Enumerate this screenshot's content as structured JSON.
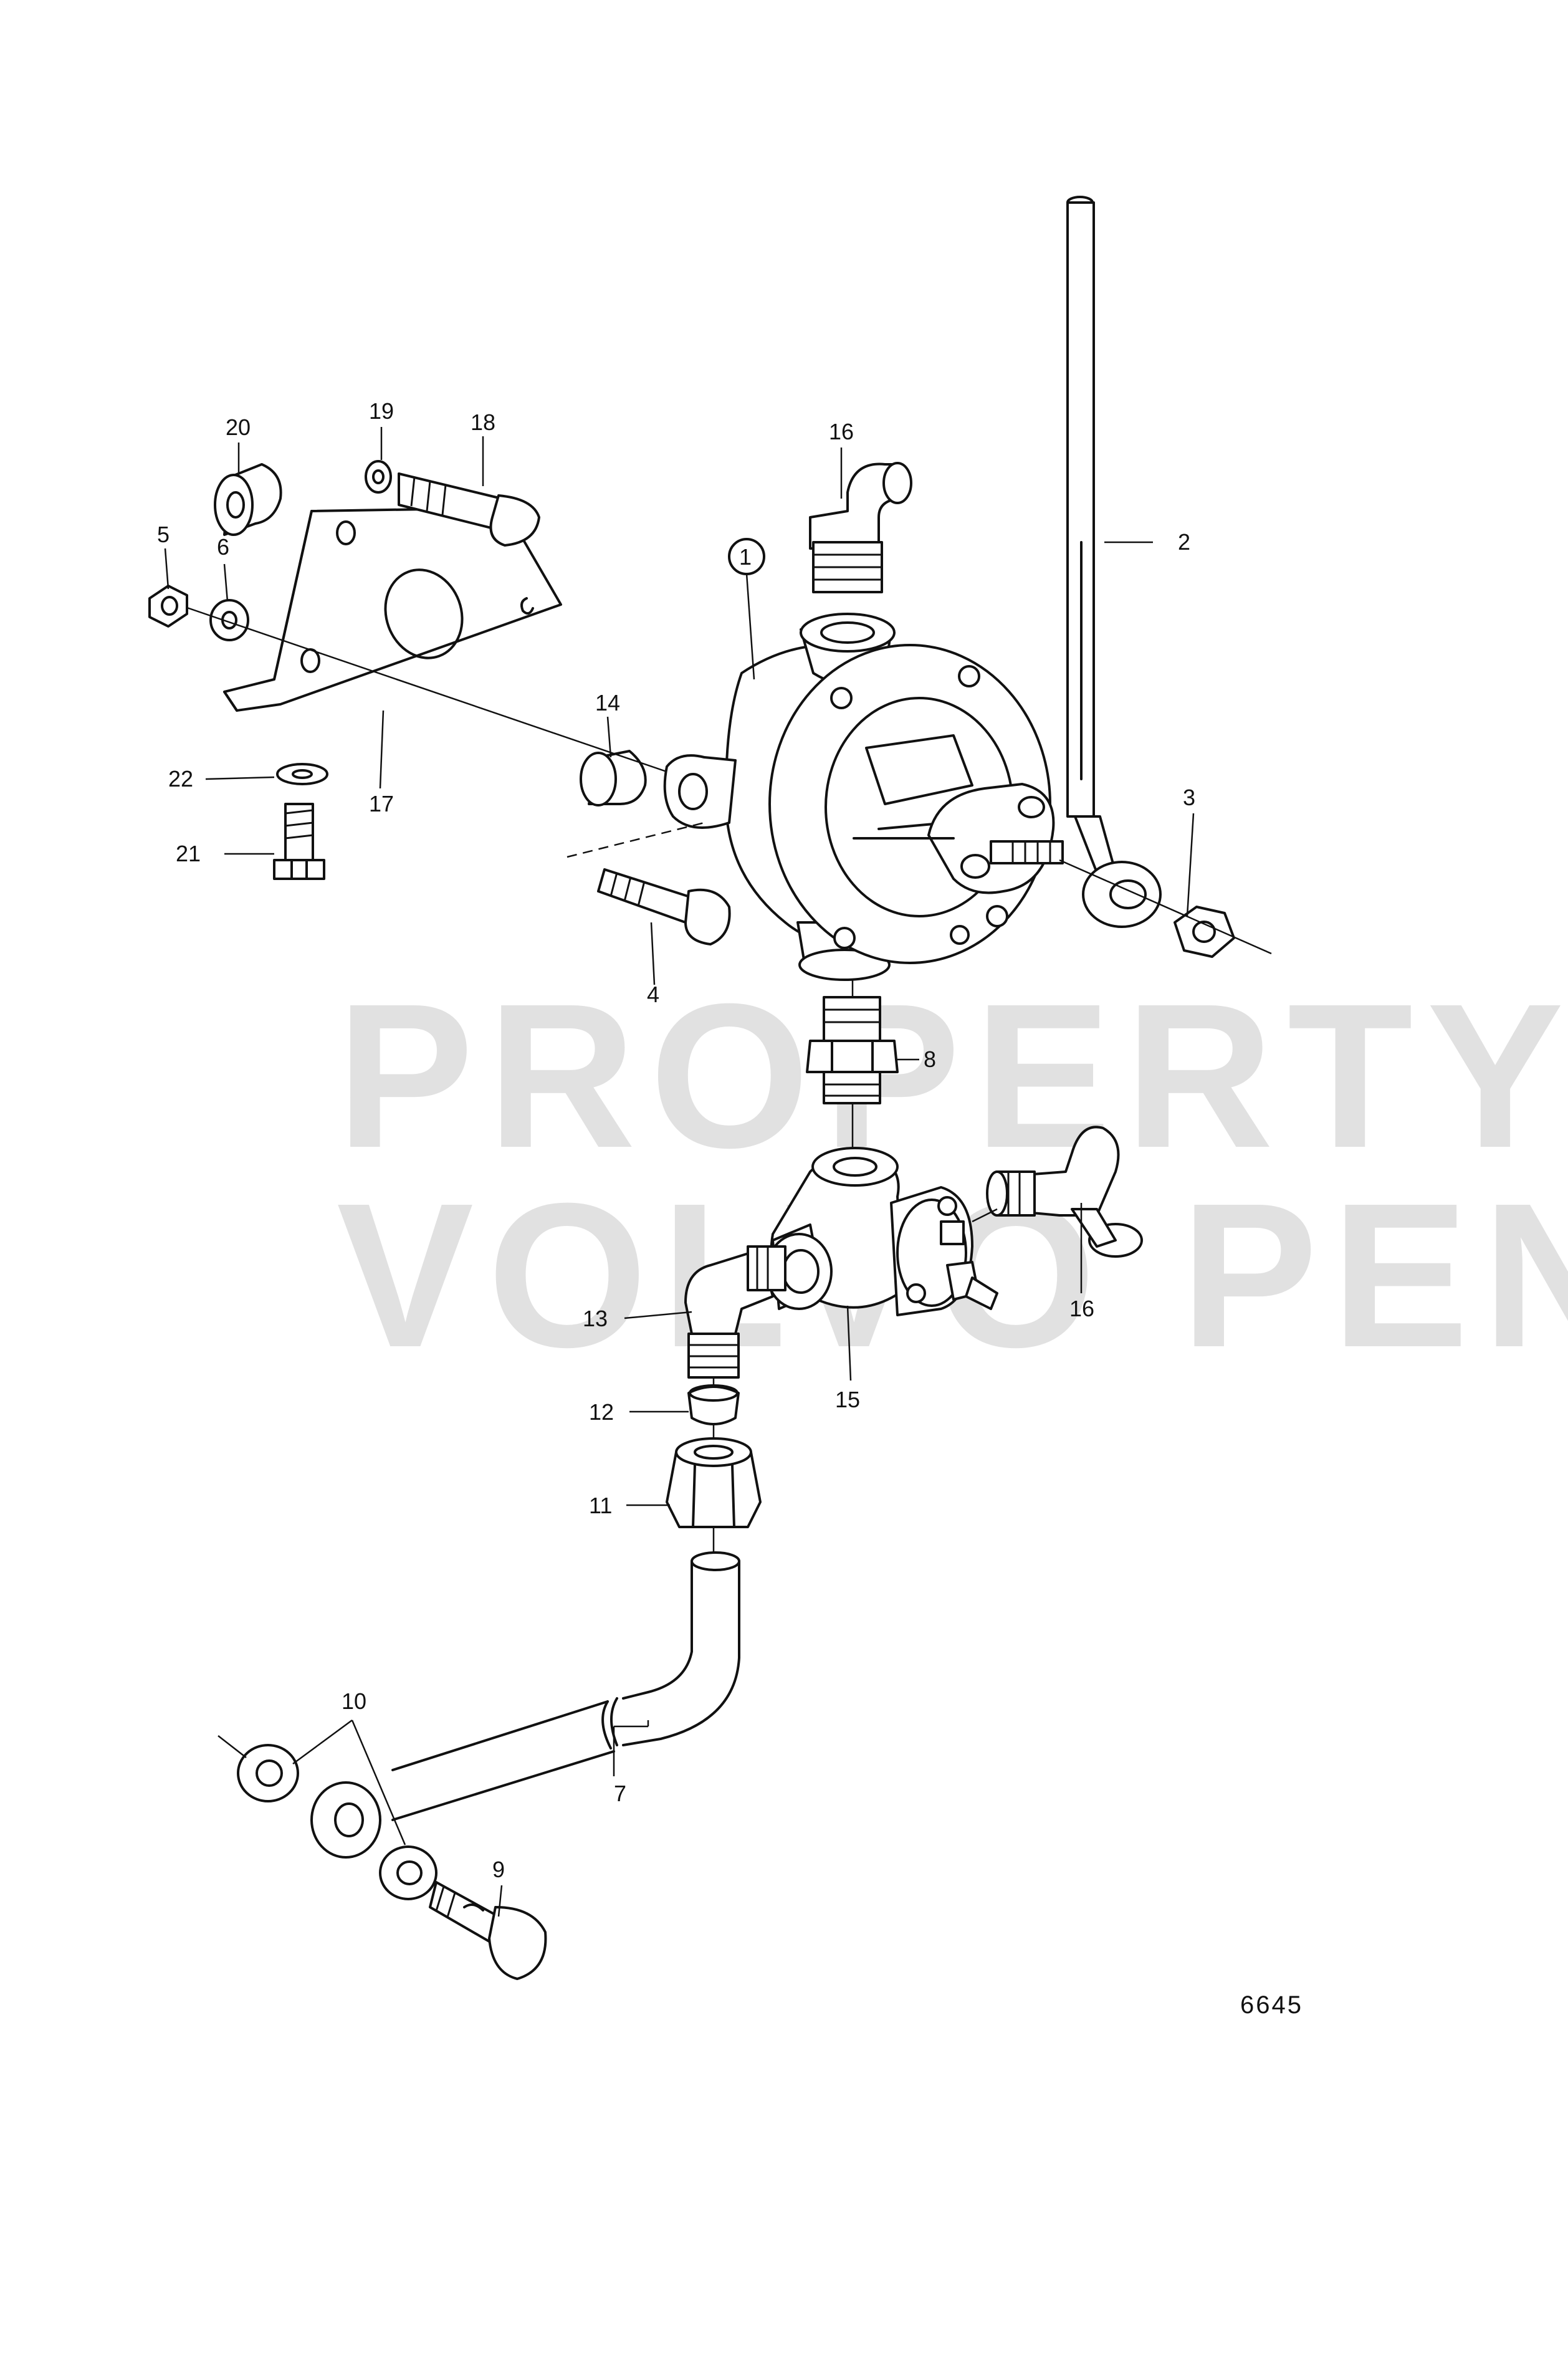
{
  "watermark": {
    "line1": "PROPERTY OF",
    "line2": "VOLVO PENTA"
  },
  "drawing_number": "6645",
  "callouts": [
    {
      "id": "1",
      "text": "1"
    },
    {
      "id": "2",
      "text": "2"
    },
    {
      "id": "3",
      "text": "3"
    },
    {
      "id": "4",
      "text": "4"
    },
    {
      "id": "5",
      "text": "5"
    },
    {
      "id": "6",
      "text": "6"
    },
    {
      "id": "7",
      "text": "7"
    },
    {
      "id": "8",
      "text": "8"
    },
    {
      "id": "9",
      "text": "9"
    },
    {
      "id": "10",
      "text": "10"
    },
    {
      "id": "11",
      "text": "11"
    },
    {
      "id": "12",
      "text": "12"
    },
    {
      "id": "13",
      "text": "13"
    },
    {
      "id": "14",
      "text": "14"
    },
    {
      "id": "15",
      "text": "15"
    },
    {
      "id": "16a",
      "text": "16"
    },
    {
      "id": "16b",
      "text": "16"
    },
    {
      "id": "17",
      "text": "17"
    },
    {
      "id": "18",
      "text": "18"
    },
    {
      "id": "19",
      "text": "19"
    },
    {
      "id": "20",
      "text": "20"
    },
    {
      "id": "21",
      "text": "21"
    },
    {
      "id": "22",
      "text": "22"
    }
  ]
}
